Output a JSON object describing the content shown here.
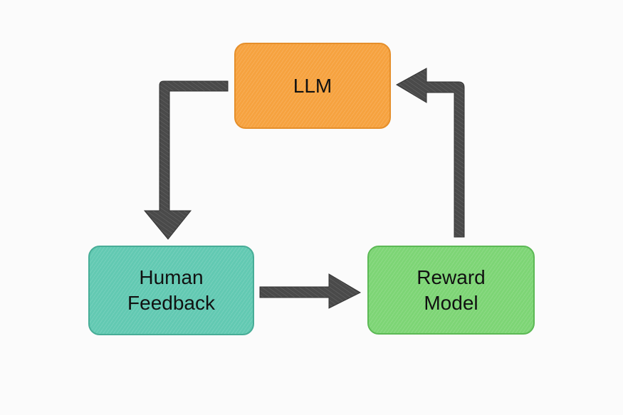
{
  "diagram": {
    "type": "cycle",
    "nodes": [
      {
        "id": "llm",
        "label_lines": [
          "LLM"
        ],
        "color": "#f6a23f"
      },
      {
        "id": "human",
        "label_lines": [
          "Human",
          "Feedback"
        ],
        "color": "#62c9b2"
      },
      {
        "id": "reward",
        "label_lines": [
          "Reward",
          "Model"
        ],
        "color": "#7dd575"
      }
    ],
    "edges": [
      {
        "from": "llm",
        "to": "human"
      },
      {
        "from": "human",
        "to": "reward"
      },
      {
        "from": "reward",
        "to": "llm"
      }
    ],
    "arrow_color": "#4a4a4a"
  }
}
